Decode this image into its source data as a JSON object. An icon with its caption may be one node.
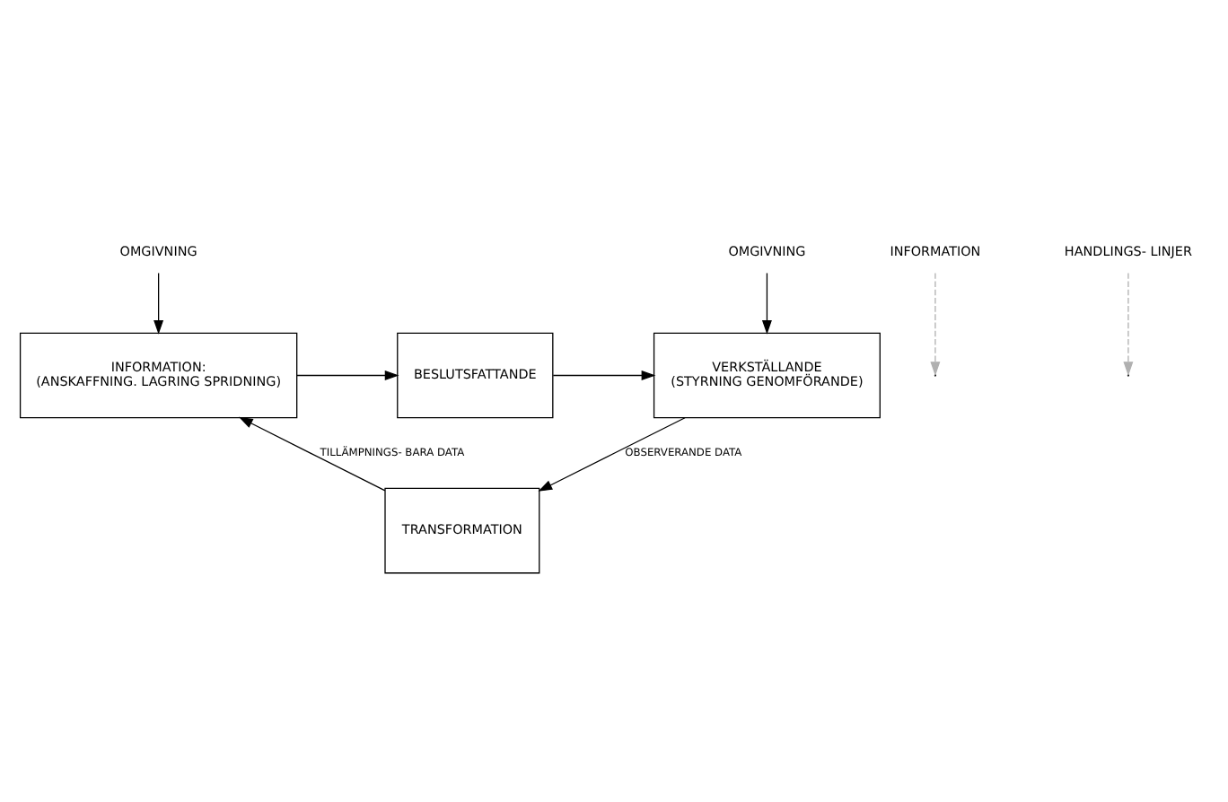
{
  "diagram": {
    "nodes": [
      {
        "text": [
          "OMGIVNING"
        ]
      },
      {
        "text": [
          "INFORMATION"
        ]
      },
      {
        "text": [
          "HANDLINGS- LINJER"
        ]
      },
      {
        "text": [
          "OMGIVNING"
        ]
      },
      {
        "text": [
          "INFORMATION:",
          "(ANSKAFFNING. LAGRING SPRIDNING)"
        ]
      },
      {
        "text": [
          "BESLUTSFATTANDE"
        ]
      },
      {
        "text": [
          "VERKSTÄLLANDE",
          "(STYRNING GENOMFÖRANDE)"
        ]
      },
      {
        "text": [
          "TRANSFORMATION"
        ]
      }
    ],
    "edges": [
      {
        "from": 0,
        "to": 4,
        "arrow": "to"
      },
      {
        "from": 1,
        "to": null,
        "arrow": "to",
        "style": "dashed",
        "color": "#b0b0b0"
      },
      {
        "from": 2,
        "to": null,
        "arrow": "to",
        "style": "dashed",
        "color": "#b0b0b0"
      },
      {
        "from": 3,
        "to": 6,
        "arrow": "to"
      },
      {
        "from": 4,
        "to": 5,
        "arrow": "to"
      },
      {
        "from": 5,
        "to": 6,
        "arrow": "to"
      },
      {
        "from": 6,
        "to": 7,
        "arrow": "to",
        "label": "OBSERVERANDE DATA"
      },
      {
        "from": 7,
        "to": 4,
        "arrow": "to",
        "label": "TILLÄMPNINGS- BARA DATA"
      }
    ]
  }
}
